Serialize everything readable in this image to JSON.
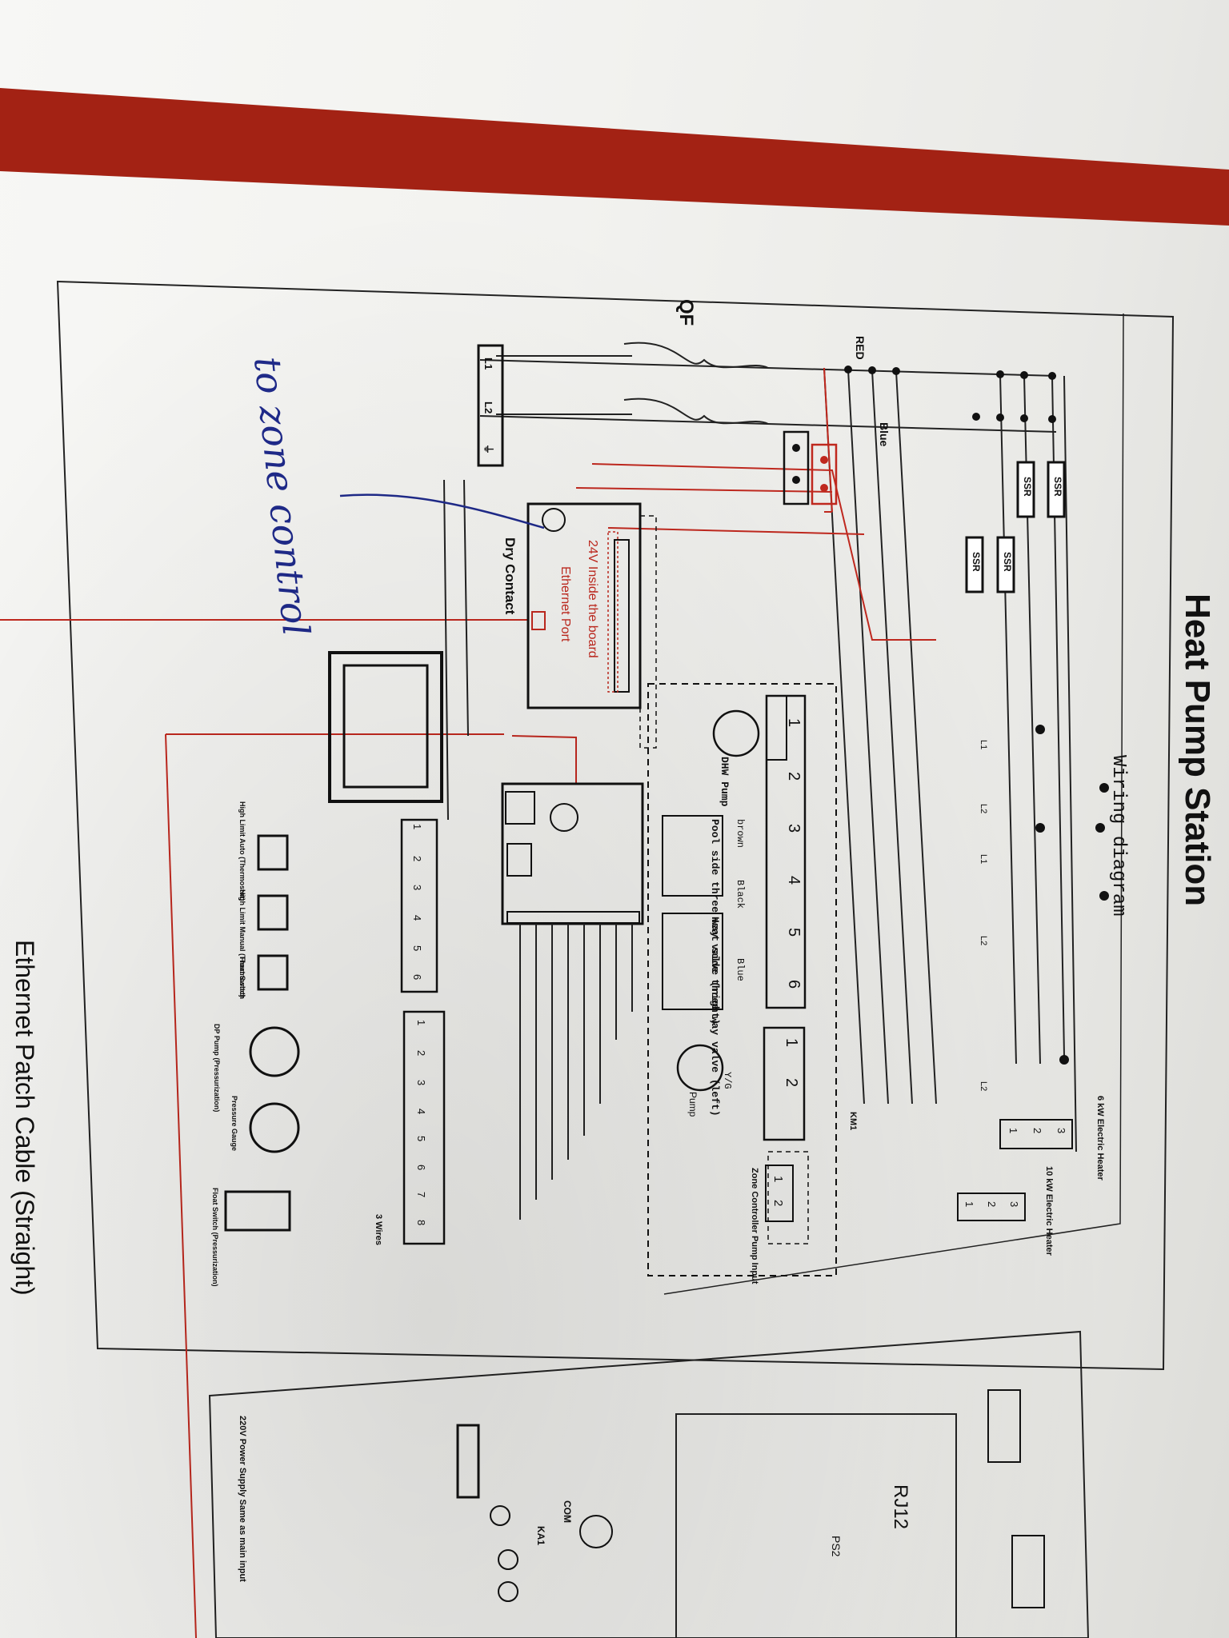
{
  "document": {
    "title": "Heat Pump Station",
    "subtitle": "Wiring diagram",
    "bottom_caption": "Ethernet Patch Cable (Straight)"
  },
  "labels": {
    "qf": "QF",
    "red": "RED",
    "blue": "Blue",
    "ssr": "SSR",
    "l1": "L1",
    "l2": "L2",
    "gnd": "⏚",
    "dry_contact": "Dry Contact",
    "board_24v": "24V Inside the board",
    "ethernet_port": "Ethernet Port",
    "dhw_pump": "DHW Pump",
    "pool_valve": "Pool side three way valve (right)",
    "heat_valve": "Heat side three way valve (left)",
    "brown": "brown",
    "black": "Black",
    "blue_wire": "Blue",
    "yg": "Y/G",
    "pump": "Pump",
    "heater_6kw": "6 kW Electric Heater",
    "heater_10kw": "10 kW Electric Heater",
    "zone_controller": "Zone Controller Pump Input",
    "km1": "KM1",
    "high_limit_auto": "High Limit Auto (Thermostat)",
    "high_limit_manual": "High Limit Manual (Thermostat)",
    "float_switch": "Float Switch",
    "dp_pump": "DP Pump (Pressurization)",
    "pressure_gauge": "Pressure Gauge",
    "float_switch_press": "Float Switch (Pressurization)",
    "three_wires": "3 Wires",
    "rj12": "RJ12",
    "ps2": "PS2",
    "com": "COM",
    "ka1": "KA1",
    "psu_220v": "220V Power Supply Same as main input",
    "l11": "L1",
    "l12": "L2",
    "l13": "L1",
    "l14": "L2",
    "l15": "L2"
  },
  "terminals": {
    "strip_a": [
      "1",
      "2",
      "3",
      "4",
      "5",
      "6"
    ],
    "strip_b": [
      "1",
      "2",
      "3",
      "4",
      "5",
      "6",
      "7",
      "8"
    ],
    "strip_c": [
      "1",
      "2",
      "3",
      "4",
      "5",
      "6"
    ],
    "strip_d": [
      "1",
      "2"
    ],
    "heater_6kw": [
      "1",
      "2",
      "3"
    ],
    "heater_10kw": [
      "1",
      "2",
      "3"
    ],
    "zone": [
      "1",
      "2"
    ]
  },
  "handwriting": {
    "note": "to zone control"
  },
  "colors": {
    "accent_red": "#c0281e",
    "ink": "#111111",
    "pen_blue": "#1f2a8a",
    "banner_red": "#a32214"
  }
}
